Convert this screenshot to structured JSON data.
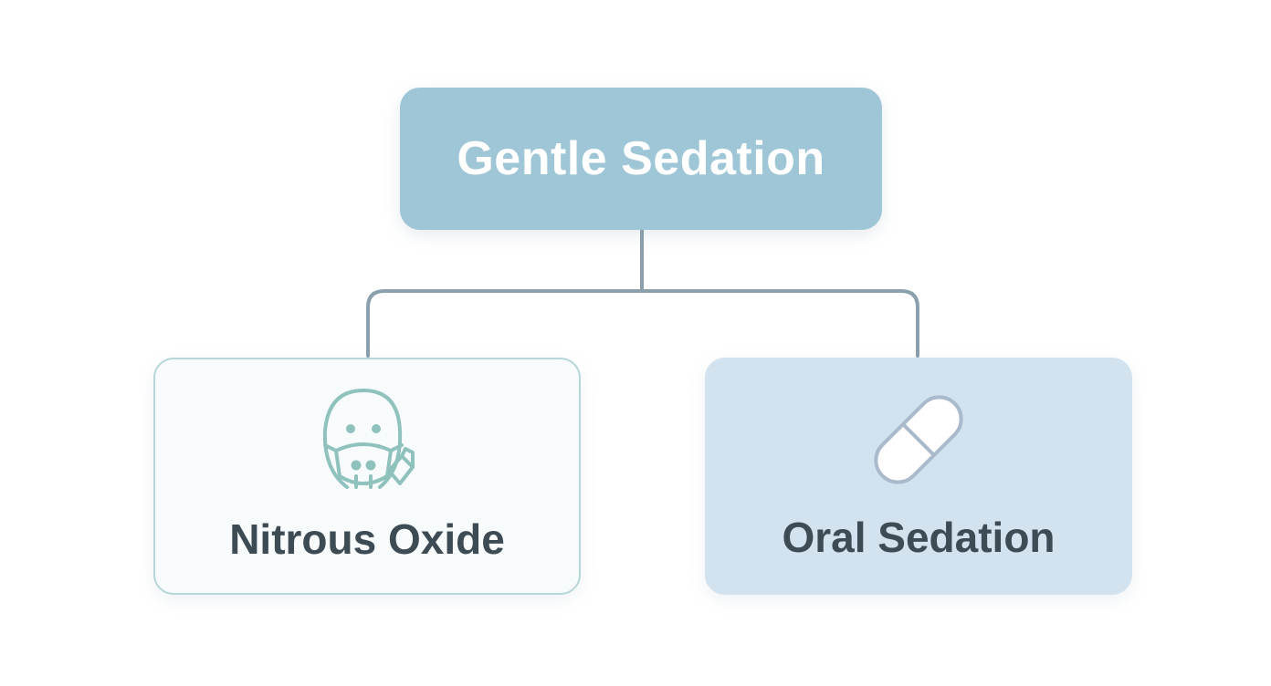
{
  "root": {
    "label": "Gentle Sedation"
  },
  "children": [
    {
      "label": "Nitrous Oxide",
      "icon": "gas-mask-icon"
    },
    {
      "label": "Oral Sedation",
      "icon": "pill-capsule-icon"
    }
  ],
  "colors": {
    "root_fill": "#9ec6d6",
    "connector": "#8aa0ac",
    "left_fill": "#f7fbfc",
    "left_border": "#b6d6d8",
    "right_fill": "#d2e2ee",
    "label_text": "#3d4b55",
    "mask_icon": "#8fc1bd",
    "pill_icon": "#aab9cc"
  }
}
